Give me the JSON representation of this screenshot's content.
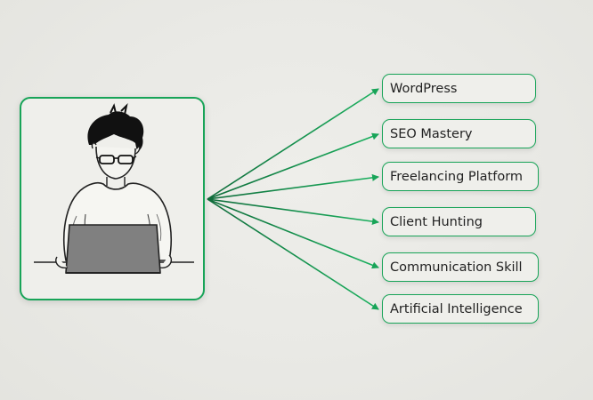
{
  "colors": {
    "accent": "#18a458",
    "background": "#eaeae6",
    "box_fill": "#efefeb",
    "text": "#222222"
  },
  "illustration": {
    "icon": "person-with-laptop-icon"
  },
  "skills": [
    {
      "label": "WordPress"
    },
    {
      "label": "SEO Mastery"
    },
    {
      "label": "Freelancing Platform"
    },
    {
      "label": "Client Hunting"
    },
    {
      "label": "Communication Skill"
    },
    {
      "label": "Artificial Intelligence"
    }
  ]
}
